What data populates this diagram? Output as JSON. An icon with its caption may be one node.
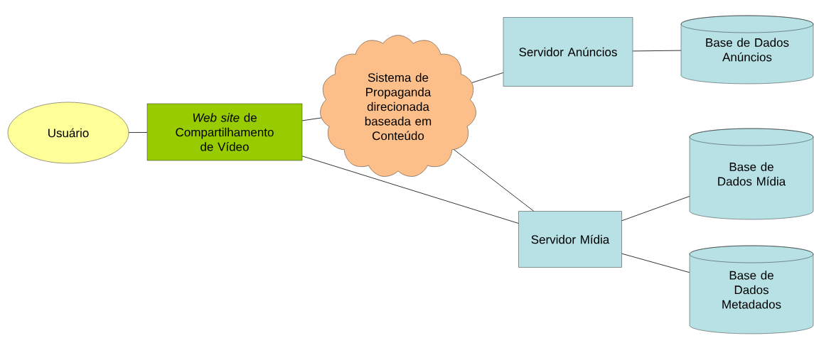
{
  "diagram": {
    "nodes": [
      {
        "text": [
          "Usuário"
        ]
      },
      {
        "text": [
          "*Web site* de Compartilhamento de Vídeo"
        ]
      },
      {
        "text": [
          "Sistema de Propaganda direcionada baseada em Conteúdo"
        ]
      },
      {
        "text": [
          "Servidor Anúncios"
        ]
      },
      {
        "text": [
          "Base de Dados Anúncios"
        ]
      },
      {
        "text": [
          "Servidor Mídia"
        ]
      },
      {
        "text": [
          "Base de Dados Mídia"
        ]
      },
      {
        "text": [
          "Base de Dados Metadados"
        ]
      }
    ],
    "edges": [
      {
        "from": 0,
        "to": 1,
        "arrow": "none"
      },
      {
        "from": 1,
        "to": 2,
        "arrow": "none"
      },
      {
        "from": 2,
        "to": 3,
        "arrow": "none"
      },
      {
        "from": 3,
        "to": 4,
        "arrow": "none"
      },
      {
        "from": 2,
        "to": 5,
        "arrow": "none"
      },
      {
        "from": 1,
        "to": 5,
        "arrow": "none"
      },
      {
        "from": 5,
        "to": 6,
        "arrow": "none"
      },
      {
        "from": 5,
        "to": 7,
        "arrow": "none"
      }
    ]
  }
}
